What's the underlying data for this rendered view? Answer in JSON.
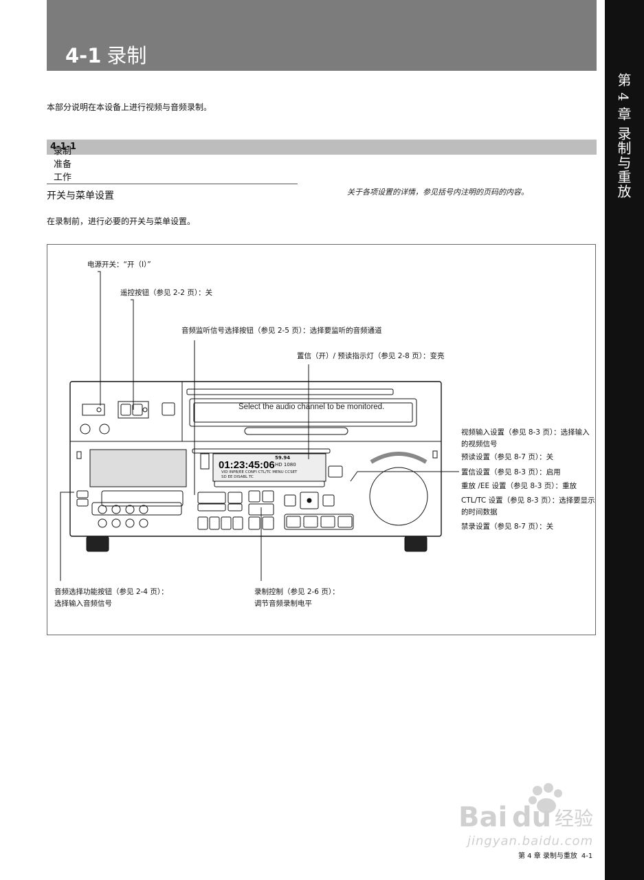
{
  "header": {
    "section_number": "4-1",
    "section_title": "录制"
  },
  "sidebar": {
    "chapter_label": "第 4 章  录制与重放"
  },
  "intro_text": "本部分说明在本设备上进行视频与音频录制。",
  "subsection": {
    "number": "4-1-1",
    "title": "录制准备工作"
  },
  "switches": {
    "heading": "开关与菜单设置",
    "side_note": "关于各项设置的详情，参见括号内注明的页码的内容。",
    "lead": "在录制前，进行必要的开关与菜单设置。"
  },
  "figure": {
    "callouts": {
      "power": "电源开关：“开（I）”",
      "remote": "遥控按钮（参见 2-2 页）：关",
      "audio_monitor": "音频监听信号选择按钮（参见 2-5 页）：选择要监听的音频通道",
      "preread_lamp": "置信（开）/ 预读指示灯（参见 2-8 页）：变亮",
      "video_input_1": "视频输入设置（参见 8-3 页）：选择输入",
      "video_input_2": "的视频信号",
      "preread_setting": "预读设置（参见 8-7 页）：关",
      "confi_setting": "置信设置（参见 8-3 页）：启用",
      "playback_ee": "重放 /EE 设置（参见 8-3 页）：重放",
      "ctl_tc_1": "CTL/TC 设置（参见 8-3 页）：选择要显示",
      "ctl_tc_2": "的时间数据",
      "inhibit": "禁录设置（参见 8-7 页）：关",
      "audio_select_1": "音频选择功能按钮（参见 2-4 页）：",
      "audio_select_2": "选择输入音频信号",
      "rec_control_1": "录制控制（参见 2-6 页）：",
      "rec_control_2": "调节音频录制电平"
    },
    "device_screen": {
      "message": "Select the audio channel to be monitored.",
      "timecode": "01:23:45:06",
      "fps": "59.94",
      "format": "HD  1080",
      "menu_top": "VID  INPB/EE  CONFI  CTL/TC  MENU  CCSET",
      "menu_bottom": "SD   EE   DISABL  TC"
    }
  },
  "footer": {
    "chapter": "第 4 章  录制与重放",
    "page": "4-1"
  },
  "watermark": {
    "brand": "Baidu经验",
    "url": "jingyan.baidu.com"
  }
}
